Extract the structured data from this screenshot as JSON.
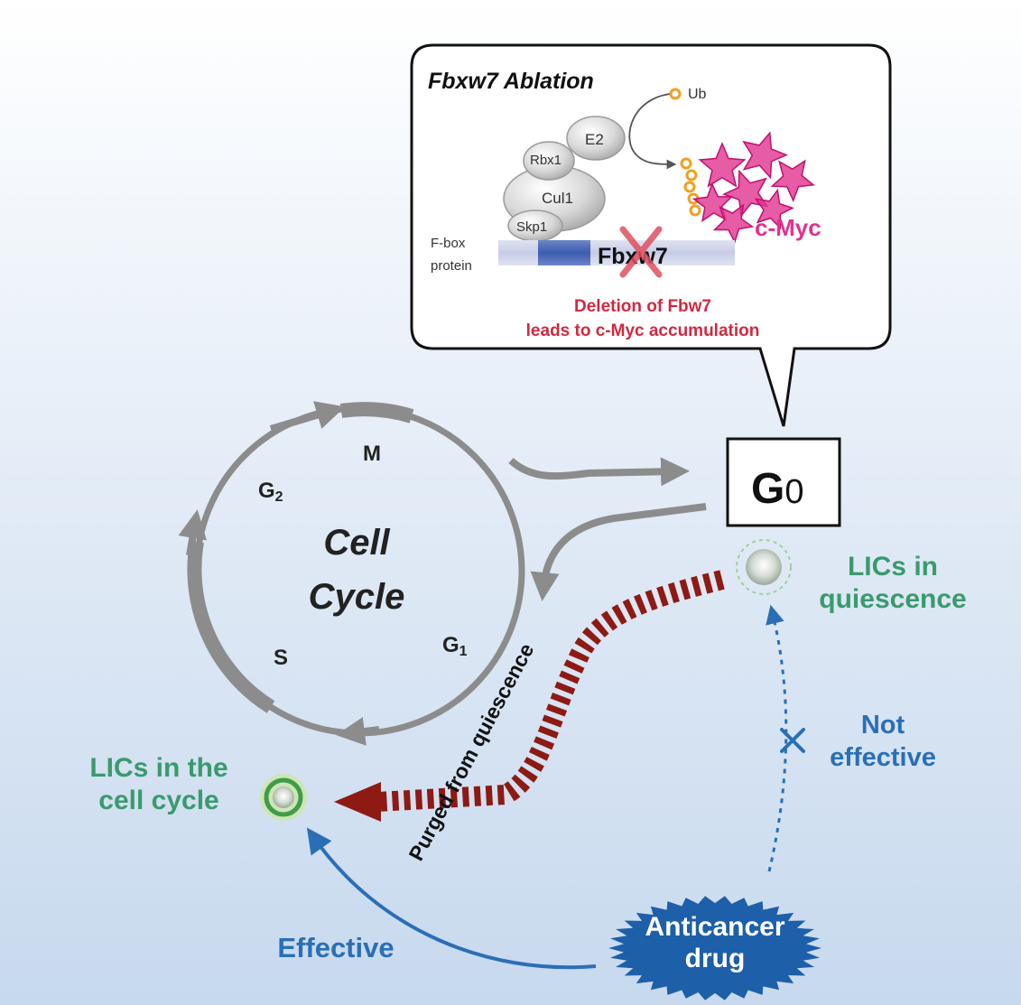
{
  "callout": {
    "title": "Fbxw7 Ablation",
    "ub": "Ub",
    "e2": "E2",
    "rbx1": "Rbx1",
    "cul1": "Cul1",
    "skp1": "Skp1",
    "fbox_line1": "F-box",
    "fbox_line2": "protein",
    "fbxw7": "Fbxw7",
    "cmyc": "c-Myc",
    "deletion_line1": "Deletion of Fbw7",
    "deletion_line2": "leads to c-Myc accumulation"
  },
  "cycle": {
    "title_line1": "Cell",
    "title_line2": "Cycle",
    "m": "M",
    "g2": "G",
    "g2_sub": "2",
    "s": "S",
    "g1": "G",
    "g1_sub": "1"
  },
  "g0": {
    "main": "G",
    "sub": "0"
  },
  "lics_quiescence": {
    "line1": "LICs in",
    "line2": "quiescence"
  },
  "lics_cycle": {
    "line1": "LICs in the",
    "line2": "cell cycle"
  },
  "purged": "Purged from quiescence",
  "not_effective": {
    "line1": "Not",
    "line2": "effective"
  },
  "effective": "Effective",
  "drug": {
    "line1": "Anticancer",
    "line2": "drug"
  },
  "colors": {
    "green": "#3a9a6e",
    "blue": "#2a6fb6",
    "red": "#d2283f",
    "dark_red": "#8e1a14",
    "magenta": "#e0338f",
    "grey": "#8c8c8c",
    "drug_blue": "#1d5fa8"
  }
}
